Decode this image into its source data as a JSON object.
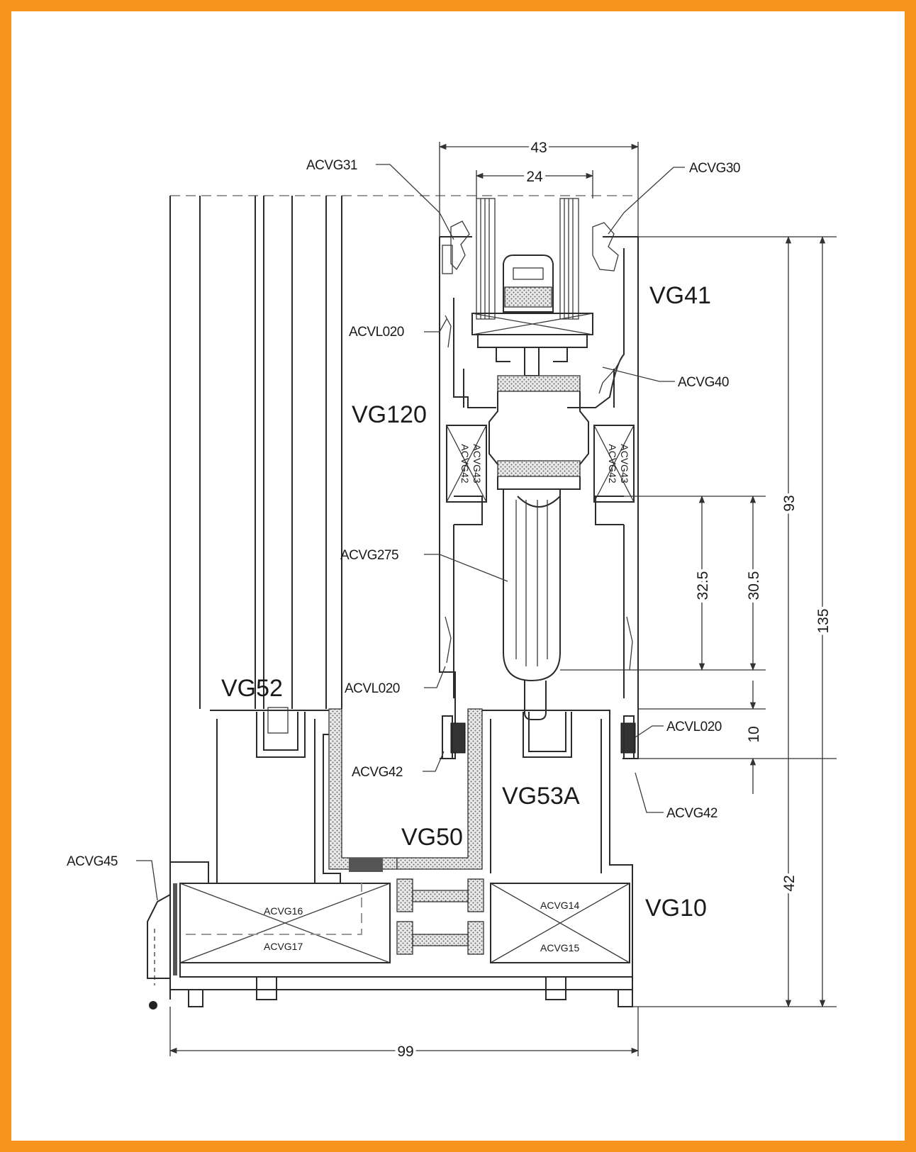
{
  "colors": {
    "border": "#f7941d",
    "line": "#2b2b2b",
    "background": "#ffffff"
  },
  "profiles": {
    "vg41": "VG41",
    "vg120": "VG120",
    "vg52": "VG52",
    "vg53a": "VG53A",
    "vg50": "VG50",
    "vg10": "VG10"
  },
  "parts": {
    "acvg31": "ACVG31",
    "acvg30": "ACVG30",
    "acvl020_top": "ACVL020",
    "acvg40": "ACVG40",
    "acvg275": "ACVG275",
    "acvl020_mid": "ACVL020",
    "acvl020_right": "ACVL020",
    "acvg42_left": "ACVG42",
    "acvg42_right": "ACVG42",
    "acvg45": "ACVG45",
    "acvg42_box_a": "ACVG42",
    "acvg43_box_a": "ACVG43",
    "acvg42_box_b": "ACVG42",
    "acvg43_box_b": "ACVG43",
    "acvg16": "ACVG16",
    "acvg17": "ACVG17",
    "acvg14": "ACVG14",
    "acvg15": "ACVG15"
  },
  "dimensions": {
    "d43": "43",
    "d24": "24",
    "d93": "93",
    "d135": "135",
    "d32_5": "32.5",
    "d30_5": "30.5",
    "d10": "10",
    "d42": "42",
    "d99": "99"
  }
}
